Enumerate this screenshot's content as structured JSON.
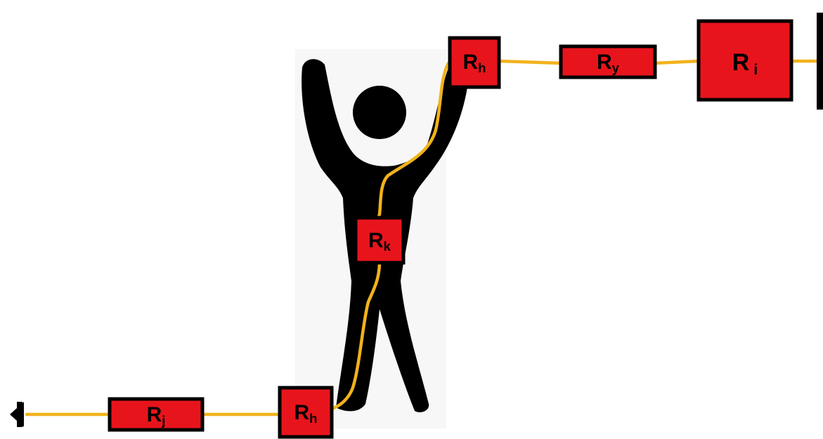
{
  "colors": {
    "resistor_fill": "#e8141c",
    "resistor_stroke": "#000000",
    "wire": "#f2b21b",
    "figure": "#000000"
  },
  "resistors": [
    {
      "id": "r-hand-top",
      "symbol": "R",
      "sub": "h"
    },
    {
      "id": "r-y",
      "symbol": "R",
      "sub": "y"
    },
    {
      "id": "r-i",
      "symbol": "R",
      "sub": "i"
    },
    {
      "id": "r-k",
      "symbol": "R",
      "sub": "k"
    },
    {
      "id": "r-foot",
      "symbol": "R",
      "sub": "h"
    },
    {
      "id": "r-j",
      "symbol": "R",
      "sub": "j"
    }
  ],
  "icons": {
    "human": "person-arms-raised-icon",
    "ground": "ground-symbol-icon",
    "terminal": "terminal-bar-icon"
  }
}
